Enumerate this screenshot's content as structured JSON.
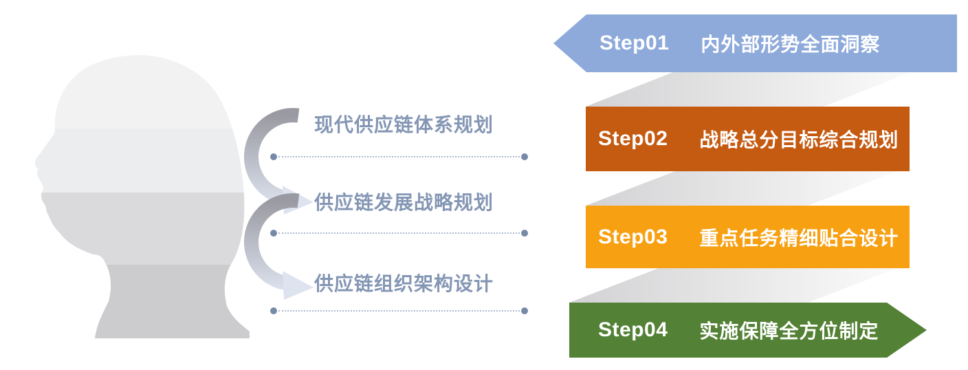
{
  "slide": {
    "background": "#ffffff"
  },
  "head": {
    "description": "layered human head profile silhouette facing left",
    "band_colors": [
      "#f2f2f3",
      "#ecedee",
      "#dadadc",
      "#cccccf"
    ]
  },
  "connector": {
    "line_color": "#a9b7cf",
    "dot_color": "#7589a9",
    "arrow_dark": "#9a9aa2",
    "arrow_light": "#dde3ef",
    "fold_dark": "#d2d2d4",
    "fold_light": "#fbfbfb"
  },
  "mid_label_color": "#8496b4",
  "mid_labels": [
    {
      "text": "现代供应链体系规划"
    },
    {
      "text": "供应链发展战略规划"
    },
    {
      "text": "供应链组织架构设计"
    }
  ],
  "step_text_color": "#ffffff",
  "steps": [
    {
      "id": "Step01",
      "label": "内外部形势全面洞察",
      "color": "#8EAADB",
      "shape": "arrow-left"
    },
    {
      "id": "Step02",
      "label": "战略总分目标综合规划",
      "color": "#C55A11",
      "shape": "rect"
    },
    {
      "id": "Step03",
      "label": "重点任务精细贴合设计",
      "color": "#F7A011",
      "shape": "rect"
    },
    {
      "id": "Step04",
      "label": "实施保障全方位制定",
      "color": "#538135",
      "shape": "arrow-right"
    }
  ]
}
